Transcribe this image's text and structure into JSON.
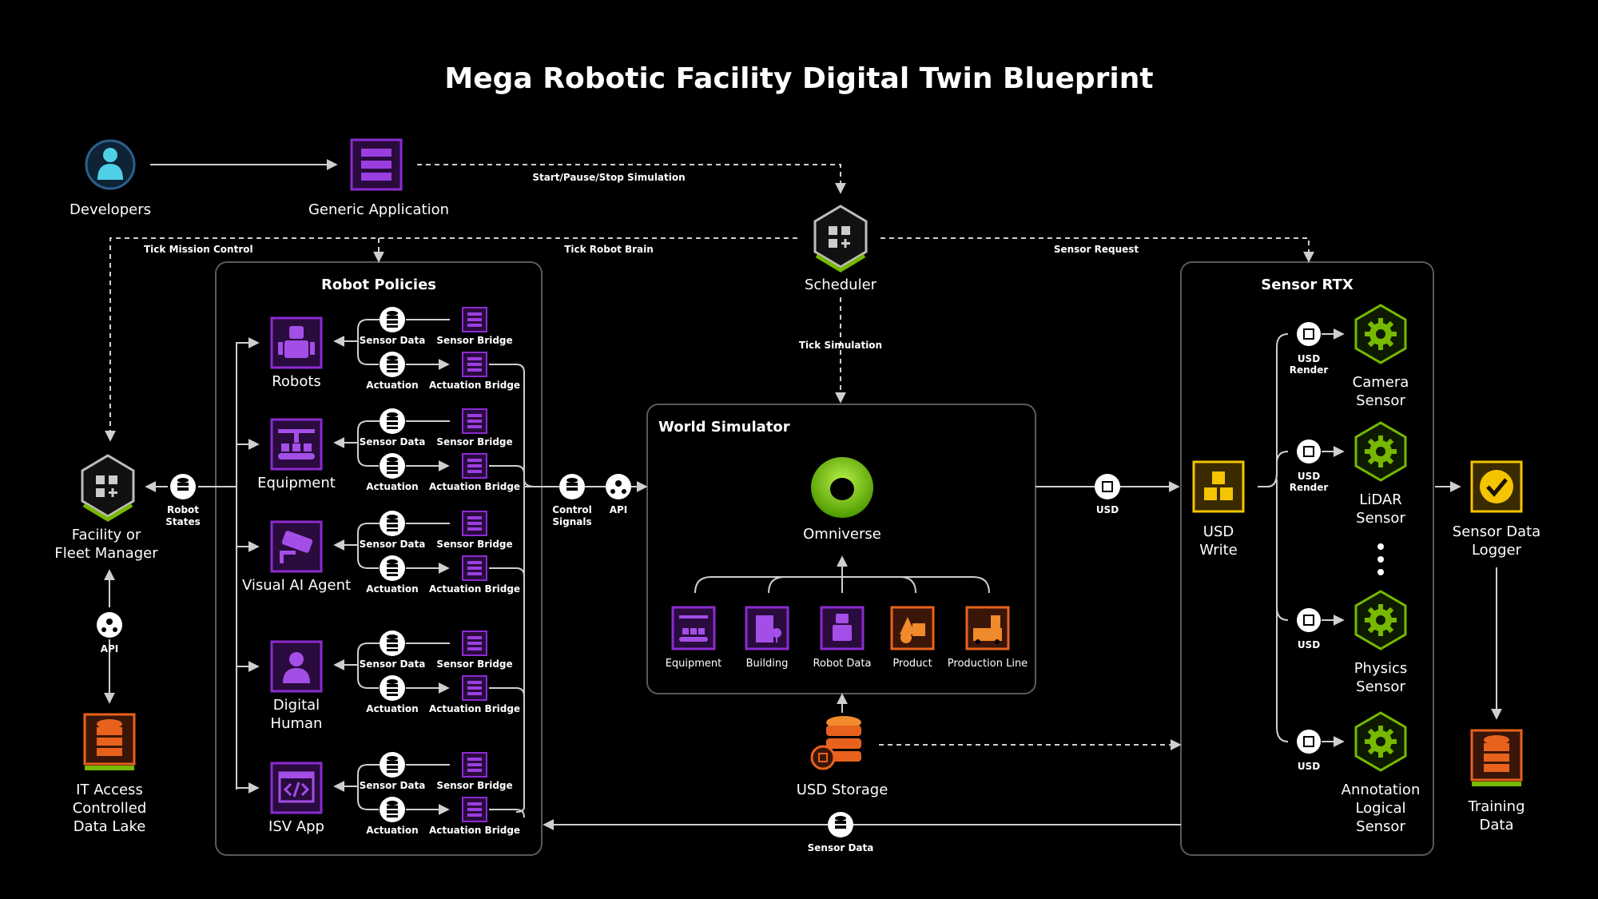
{
  "title": "Mega Robotic Facility Digital Twin Blueprint",
  "colors": {
    "background": "#000000",
    "purple": "#7a22b8",
    "green": "#76b900",
    "orange": "#e8621d",
    "yellow": "#f5c400"
  },
  "nodes": {
    "developers": {
      "label": "Developers",
      "icon": "person-icon"
    },
    "generic_application": {
      "label": "Generic Application",
      "icon": "server-icon"
    },
    "scheduler": {
      "label": "Scheduler",
      "icon": "grid-plus-icon"
    },
    "facility_manager": {
      "label_line1": "Facility or",
      "label_line2": "Fleet Manager",
      "icon": "grid-plus-icon"
    },
    "data_lake": {
      "label_line1": "IT Access",
      "label_line2": "Controlled",
      "label_line3": "Data Lake",
      "icon": "database-icon"
    },
    "usd_storage": {
      "label": "USD Storage",
      "icon": "database-icon"
    },
    "usd_write": {
      "label_line1": "USD",
      "label_line2": "Write",
      "icon": "cubes-icon"
    },
    "sensor_data_logger": {
      "label_line1": "Sensor Data",
      "label_line2": "Logger",
      "icon": "check-icon"
    },
    "training_data": {
      "label_line1": "Training",
      "label_line2": "Data",
      "icon": "database-icon"
    }
  },
  "edges": {
    "start_pause_stop": "Start/Pause/Stop Simulation",
    "tick_mission_control": "Tick Mission Control",
    "tick_robot_brain": "Tick Robot Brain",
    "sensor_request": "Sensor Request",
    "tick_simulation": "Tick Simulation",
    "robot_states_line1": "Robot",
    "robot_states_line2": "States",
    "control_signals_line1": "Control",
    "control_signals_line2": "Signals",
    "api": "API",
    "api_left": "API",
    "usd": "USD",
    "sensor_data_bottom": "Sensor Data"
  },
  "robot_policies": {
    "title": "Robot Policies",
    "sensor_data_label": "Sensor Data",
    "sensor_bridge_label": "Sensor Bridge",
    "actuation_label": "Actuation",
    "actuation_bridge_label": "Actuation Bridge",
    "agents": [
      {
        "line1": "Robots",
        "line2": "",
        "icon": "robot-icon"
      },
      {
        "line1": "Equipment",
        "line2": "",
        "icon": "conveyor-icon"
      },
      {
        "line1": "Visual AI Agent",
        "line2": "",
        "icon": "camera-icon"
      },
      {
        "line1": "Digital",
        "line2": "Human",
        "icon": "person-icon"
      },
      {
        "line1": "ISV App",
        "line2": "",
        "icon": "code-icon"
      }
    ]
  },
  "world_simulator": {
    "title": "World Simulator",
    "core": "Omniverse",
    "assets": [
      "Equipment",
      "Building",
      "Robot Data",
      "Product",
      "Production Line"
    ]
  },
  "sensor_rtx": {
    "title": "Sensor RTX",
    "sensors": [
      {
        "line1": "Camera",
        "line2": "Sensor",
        "line3": "",
        "conn1": "USD",
        "conn2": "Render"
      },
      {
        "line1": "LiDAR",
        "line2": "Sensor",
        "line3": "",
        "conn1": "USD",
        "conn2": "Render"
      },
      {
        "line1": "Physics",
        "line2": "Sensor",
        "line3": "",
        "conn1": "USD",
        "conn2": ""
      },
      {
        "line1": "Annotation",
        "line2": "Logical",
        "line3": "Sensor",
        "conn1": "USD",
        "conn2": ""
      }
    ]
  }
}
